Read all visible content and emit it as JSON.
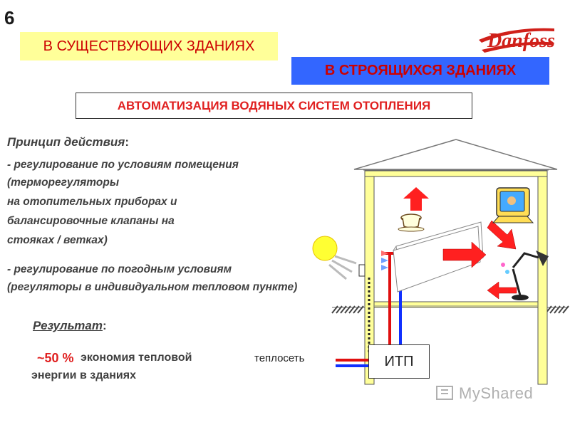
{
  "slide_number": "6",
  "brand": "Danfoss",
  "tabs": {
    "existing": "В СУЩЕСТВУЮЩИХ ЗДАНИЯХ",
    "new": "В СТРОЯЩИХСЯ ЗДАНИЯХ"
  },
  "title": "АВТОМАТИЗАЦИЯ ВОДЯНЫХ СИСТЕМ ОТОПЛЕНИЯ",
  "principle": {
    "heading": "Принцип действия",
    "colon": ":",
    "lines": [
      "- регулирование по условиям помещения",
      "(терморегуляторы",
      " на отопительных приборах и",
      "балансировочные клапаны на",
      "стояках / ветках)",
      "- регулирование по погодным условиям",
      " (регуляторы в индивидуальном тепловом пункте)"
    ]
  },
  "result": {
    "heading": "Результат",
    "colon": ":",
    "percent": "~50 %",
    "line1": "экономия тепловой",
    "line2": "энергии в зданиях"
  },
  "diagram": {
    "network_label": "теплосеть",
    "itp_label": "ИТП",
    "colors": {
      "supply": "#e01010",
      "return": "#1030ff",
      "wall": "#ffff99",
      "arrow": "#ff2020"
    }
  },
  "watermark": "MyShared"
}
